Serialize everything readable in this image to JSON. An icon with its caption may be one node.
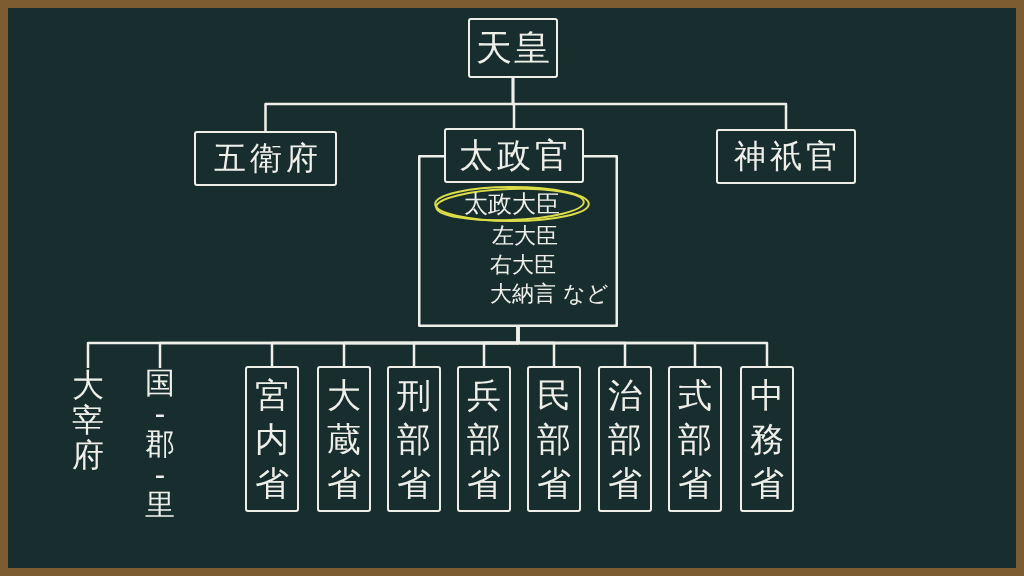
{
  "diagram": {
    "nodes": [
      {
        "text": [
          "天皇"
        ]
      },
      {
        "text": [
          "五衛府"
        ]
      },
      {
        "text": [
          "太政官"
        ]
      },
      {
        "text": [
          "神祇官"
        ]
      },
      {
        "text": [
          "太政大臣",
          "左大臣",
          "右大臣",
          "大納言 など"
        ]
      },
      {
        "text": [
          "大宰府"
        ]
      },
      {
        "text": [
          "国-郡-里"
        ]
      },
      {
        "text": [
          "宮内省"
        ]
      },
      {
        "text": [
          "大蔵省"
        ]
      },
      {
        "text": [
          "刑部省"
        ]
      },
      {
        "text": [
          "兵部省"
        ]
      },
      {
        "text": [
          "民部省"
        ]
      },
      {
        "text": [
          "治部省"
        ]
      },
      {
        "text": [
          "式部省"
        ]
      },
      {
        "text": [
          "中務省"
        ]
      }
    ],
    "edges": [
      {
        "from": 0,
        "to": 1,
        "arrow": "none"
      },
      {
        "from": 0,
        "to": 2,
        "arrow": "none"
      },
      {
        "from": 0,
        "to": 3,
        "arrow": "none"
      },
      {
        "from": 4,
        "to": 5,
        "arrow": "none"
      },
      {
        "from": 4,
        "to": 6,
        "arrow": "none"
      },
      {
        "from": 4,
        "to": 7,
        "arrow": "none"
      },
      {
        "from": 4,
        "to": 8,
        "arrow": "none"
      },
      {
        "from": 4,
        "to": 9,
        "arrow": "none"
      },
      {
        "from": 4,
        "to": 10,
        "arrow": "none"
      },
      {
        "from": 4,
        "to": 11,
        "arrow": "none"
      },
      {
        "from": 4,
        "to": 12,
        "arrow": "none"
      },
      {
        "from": 4,
        "to": 13,
        "arrow": "none"
      },
      {
        "from": 4,
        "to": 14,
        "arrow": "none"
      }
    ]
  }
}
